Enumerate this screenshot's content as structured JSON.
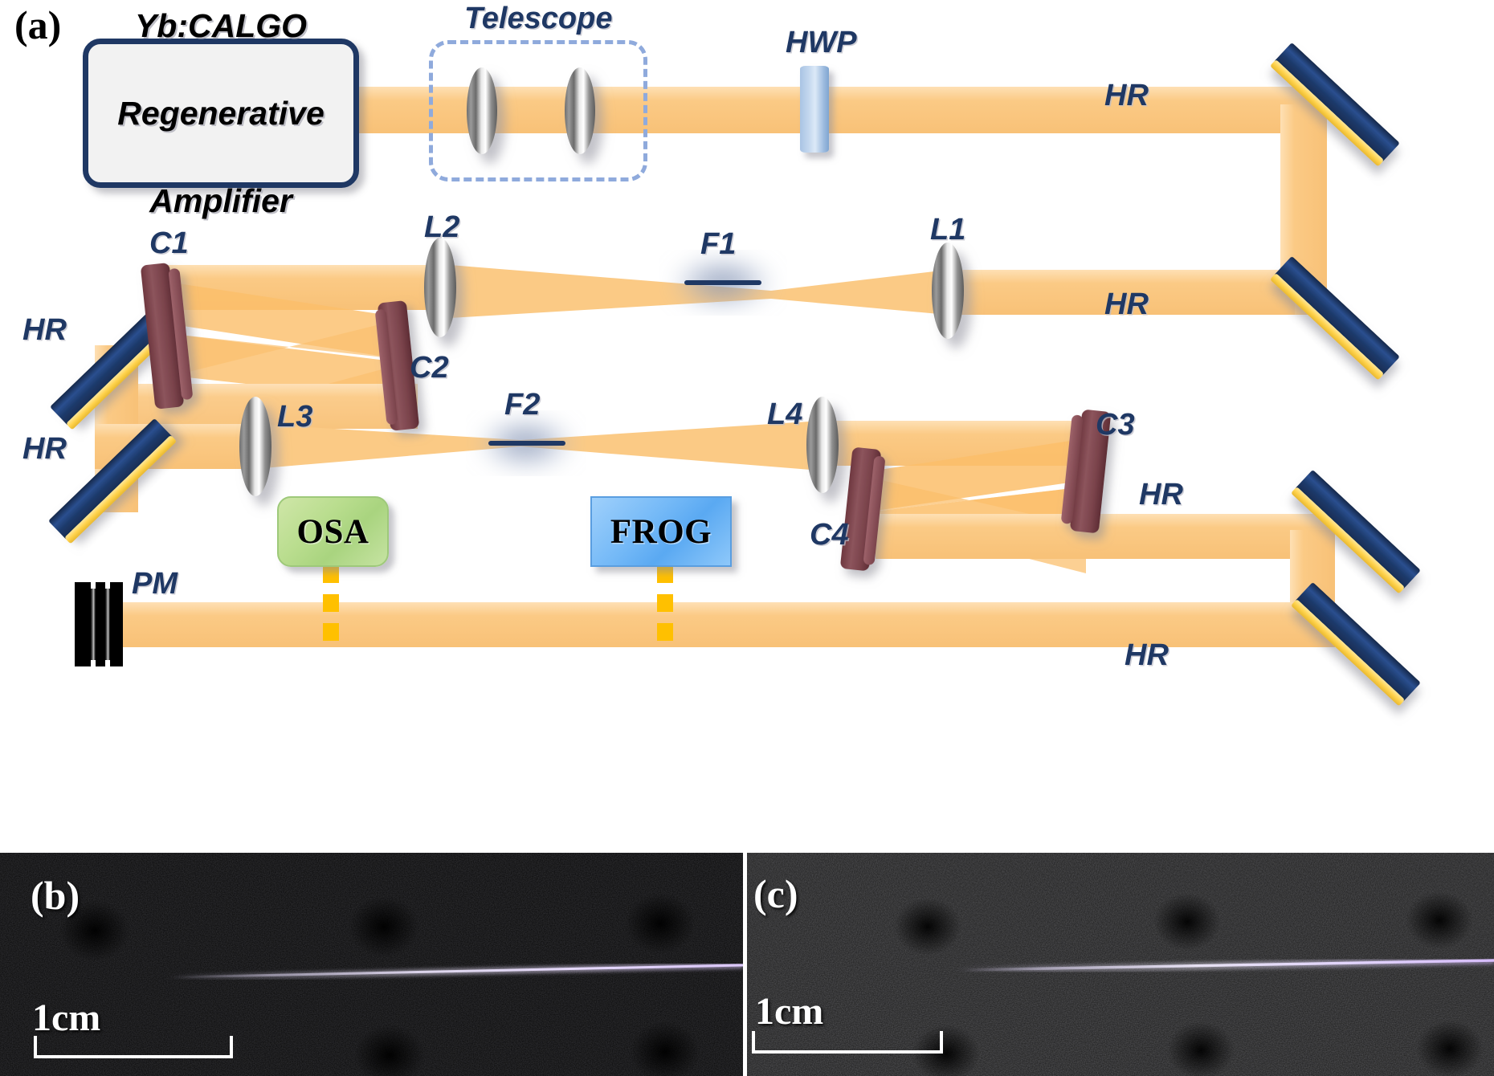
{
  "figure": {
    "panels": [
      {
        "tag": "(a)",
        "name": "experimental-setup-schematic"
      },
      {
        "tag": "(b)",
        "name": "filament-photo-b"
      },
      {
        "tag": "(c)",
        "name": "filament-photo-c"
      }
    ]
  },
  "setup": {
    "source": {
      "line1": "Yb:CALGO",
      "line2": "Regenerative",
      "line3": "Amplifier"
    },
    "telescope_label": "Telescope",
    "hwp_label": "HWP",
    "lenses": [
      {
        "id": "L1",
        "label": "L1"
      },
      {
        "id": "L2",
        "label": "L2"
      },
      {
        "id": "L3",
        "label": "L3"
      },
      {
        "id": "L4",
        "label": "L4"
      }
    ],
    "filaments": [
      {
        "id": "F1",
        "label": "F1"
      },
      {
        "id": "F2",
        "label": "F2"
      }
    ],
    "chirped_mirrors": [
      {
        "id": "C1",
        "label": "C1"
      },
      {
        "id": "C2",
        "label": "C2"
      },
      {
        "id": "C3",
        "label": "C3"
      },
      {
        "id": "C4",
        "label": "C4"
      }
    ],
    "hr_mirrors": [
      {
        "id": "HR1",
        "label": "HR"
      },
      {
        "id": "HR2",
        "label": "HR"
      },
      {
        "id": "HR3",
        "label": "HR"
      },
      {
        "id": "HR4",
        "label": "HR"
      },
      {
        "id": "HR5",
        "label": "HR"
      },
      {
        "id": "HR6",
        "label": "HR"
      }
    ],
    "diagnostics": [
      {
        "id": "OSA",
        "label": "OSA"
      },
      {
        "id": "FROG",
        "label": "FROG"
      }
    ],
    "power_meter_label": "PM"
  },
  "photos": {
    "b": {
      "tag": "(b)",
      "scale_label": "1cm"
    },
    "c": {
      "tag": "(c)",
      "scale_label": "1cm"
    }
  },
  "colors": {
    "beam": "#FBCA85",
    "beam_light": "#FDD9A4",
    "beam_strong": "#F9B44E",
    "mirror_hr_dark": "#1F3864",
    "mirror_hr_edge": "#FFD966",
    "chirped_mirror": "#7D4148",
    "label_text": "#1F3864",
    "telescope_dash": "#8FAADC",
    "osa_green": "#B9DD8E",
    "frog_blue": "#74B9F7",
    "hwp_blue": "#A9C4E4",
    "dot_orange": "#FFC000",
    "source_border": "#1F3864"
  }
}
